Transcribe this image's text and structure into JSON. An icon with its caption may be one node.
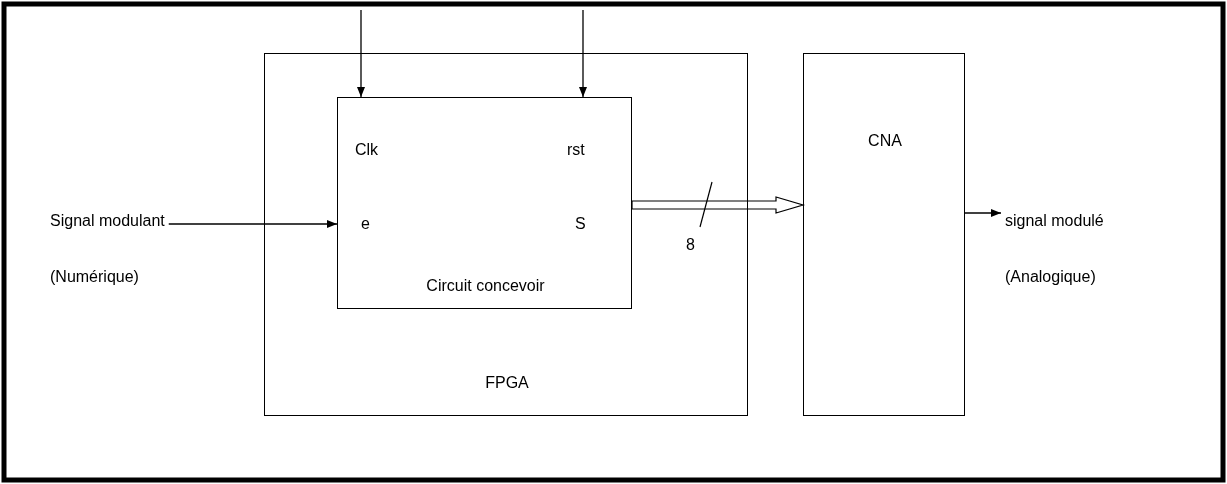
{
  "diagram": {
    "nodes": [
      {
        "text": [
          "FPGA"
        ]
      },
      {
        "text": [
          "Clk",
          "rst",
          "e",
          "S",
          "Circuit concevoir"
        ],
        "in": 0
      },
      {
        "text": [
          "CNA"
        ]
      },
      {
        "text": [
          "Signal modulant",
          "(Numérique)"
        ]
      },
      {
        "text": [
          "signal modulé",
          "(Analogique)"
        ]
      }
    ],
    "edges": [
      {
        "from": null,
        "to": 1,
        "arrow": "to"
      },
      {
        "from": null,
        "to": 1,
        "arrow": "to"
      },
      {
        "from": 3,
        "to": 1,
        "arrow": "to"
      },
      {
        "from": 1,
        "to": 2,
        "arrow": "to",
        "label": "8",
        "style": "thick"
      },
      {
        "from": 2,
        "to": 4,
        "arrow": "to"
      }
    ]
  }
}
